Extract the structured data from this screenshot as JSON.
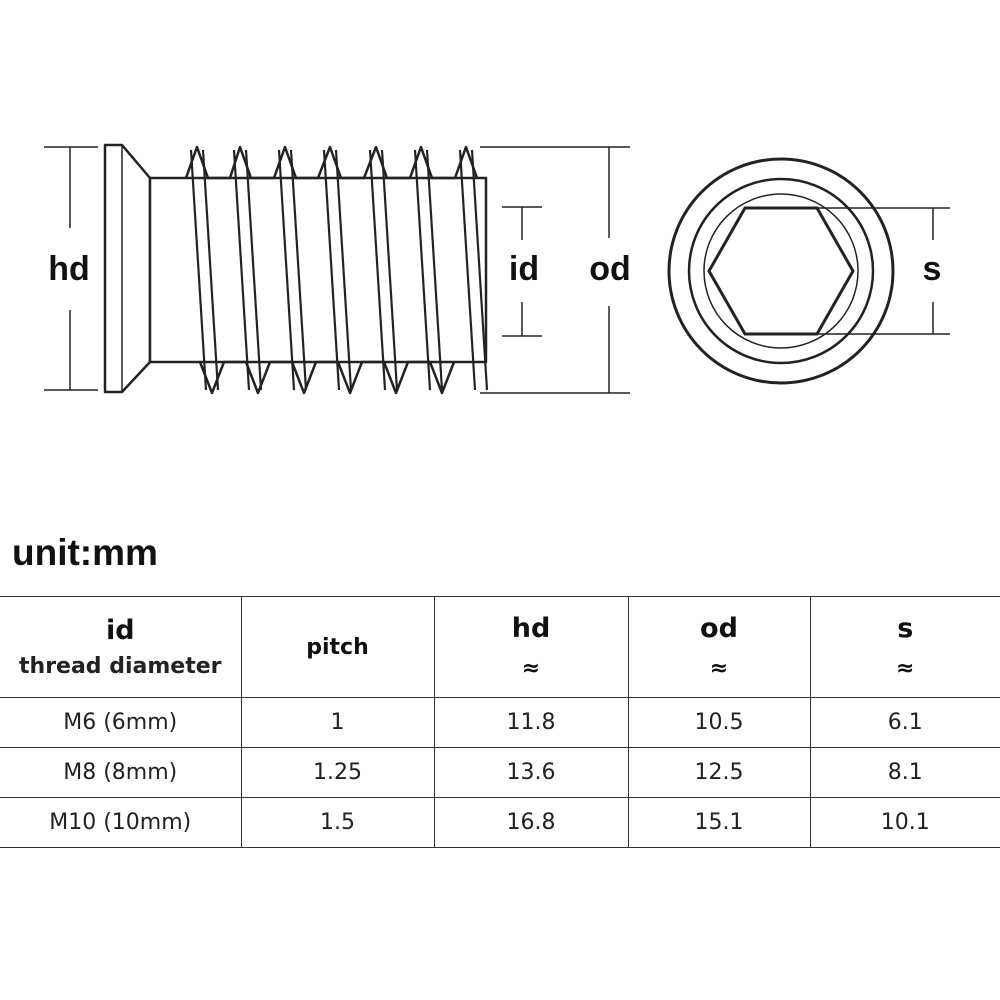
{
  "diagram": {
    "labels": {
      "hd": "hd",
      "id": "id",
      "od": "od",
      "s": "s"
    }
  },
  "unit_label": "unit:mm",
  "table": {
    "headers": [
      {
        "main": "id",
        "sub": "thread diameter"
      },
      {
        "main": "pitch",
        "sub": ""
      },
      {
        "main": "hd",
        "sub": "≈"
      },
      {
        "main": "od",
        "sub": "≈"
      },
      {
        "main": "s",
        "sub": "≈"
      }
    ],
    "rows": [
      [
        "M6 (6mm)",
        "1",
        "11.8",
        "10.5",
        "6.1"
      ],
      [
        "M8 (8mm)",
        "1.25",
        "13.6",
        "12.5",
        "8.1"
      ],
      [
        "M10 (10mm)",
        "1.5",
        "16.8",
        "15.1",
        "10.1"
      ]
    ]
  }
}
